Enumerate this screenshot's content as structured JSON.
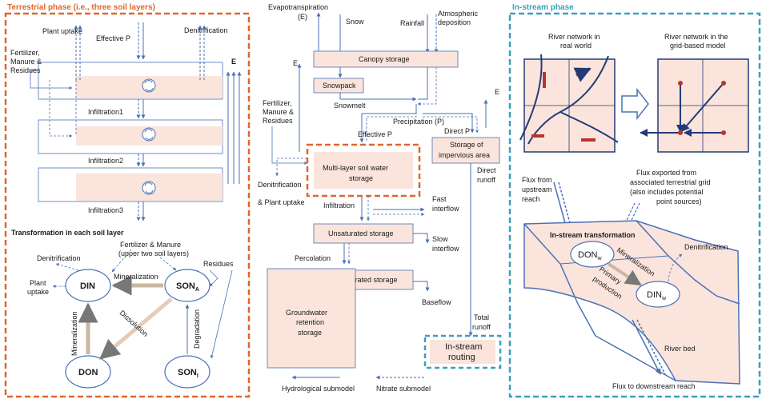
{
  "colors": {
    "orange": "#e0662a",
    "teal": "#3a9fbf",
    "blue": "#4a72b6",
    "pink": "#fbe4dc",
    "dark_red": "#b7352c",
    "navy": "#223a78"
  },
  "terrestrial": {
    "title": "Terrestrial phase (i.e., three soil layers)",
    "plant_uptake": "Plant uptake",
    "effective_p": "Effective P",
    "denitrification": "Denitrification",
    "fertilizer": [
      "Fertilizer,",
      "Manure &",
      "Residues"
    ],
    "e": "E",
    "infiltration1": "Infiltration1",
    "infiltration2": "Infiltration2",
    "infiltration3": "Infiltration3",
    "transformation_title": "Transformation in each soil layer",
    "fert_manure": [
      "Fertilizer & Manure",
      "(upper two soil layers)"
    ],
    "denitrification2": "Denitrification",
    "residues": "Residues",
    "plant_uptake2": [
      "Plant",
      "uptake"
    ],
    "din": "DIN",
    "son_a": "SON",
    "son_a_sub": "A",
    "mineralization": "Mineralization",
    "dissolution": "Dissolution",
    "mineralization_v": "Mineralization",
    "degradation": "Degradation",
    "don": "DON",
    "son_i": "SON",
    "son_i_sub": "I"
  },
  "middle": {
    "evapotranspiration": [
      "Evapotranspiration",
      "(E)"
    ],
    "snow": "Snow",
    "rainfall": "Rainfall",
    "atmospheric": [
      "Atmospheric",
      "deposition"
    ],
    "canopy": "Canopy storage",
    "snowpack": "Snowpack",
    "snowmelt": "Snowmelt",
    "e1": "E",
    "e2": "E",
    "precipitation": "Precipitation (P)",
    "direct_p": "Direct P",
    "fertilizer": [
      "Fertilizer,",
      "Manure &",
      "Residues"
    ],
    "effective_p": "Effective P",
    "impervious": [
      "Storage of",
      "impervious area"
    ],
    "multilayer": [
      "Multi-layer soil water",
      "storage"
    ],
    "denit_uptake": [
      "Denitrification",
      "& Plant uptake"
    ],
    "direct_runoff": [
      "Direct",
      "runoff"
    ],
    "infiltration": "Infiltration",
    "fast_interflow": [
      "Fast",
      "interflow"
    ],
    "unsaturated": "Unsaturated storage",
    "percolation": "Percolation",
    "slow_interflow": [
      "Slow",
      "interflow"
    ],
    "saturated": "Saturated storage",
    "baseflow": "Baseflow",
    "groundwater": [
      "Groundwater",
      "retention",
      "storage"
    ],
    "total_runoff": [
      "Total",
      "runoff"
    ],
    "instream_routing": [
      "In-stream",
      "routing"
    ],
    "hydro_submodel": "Hydrological submodel",
    "nitrate_submodel": "Nitrate submodel"
  },
  "instream": {
    "title": "In-stream phase",
    "river_real": [
      "River network in",
      "real world"
    ],
    "river_grid": [
      "River network in the",
      "grid-based model"
    ],
    "flux_upstream": [
      "Flux from",
      "upstream",
      "reach"
    ],
    "flux_exported": [
      "Flux exported from",
      "associated terrestrial grid",
      "(also includes potential",
      "point sources)"
    ],
    "instream_transformation": "In-stream transformation",
    "denitrification": "Denitrification",
    "don_w": "DON",
    "don_w_sub": "w",
    "mineralization": "Mineralization",
    "primary": [
      "Primary",
      "production"
    ],
    "din_w": "DIN",
    "din_w_sub": "w",
    "river_bed": "River bed",
    "flux_downstream": "Flux  to downstream reach"
  }
}
